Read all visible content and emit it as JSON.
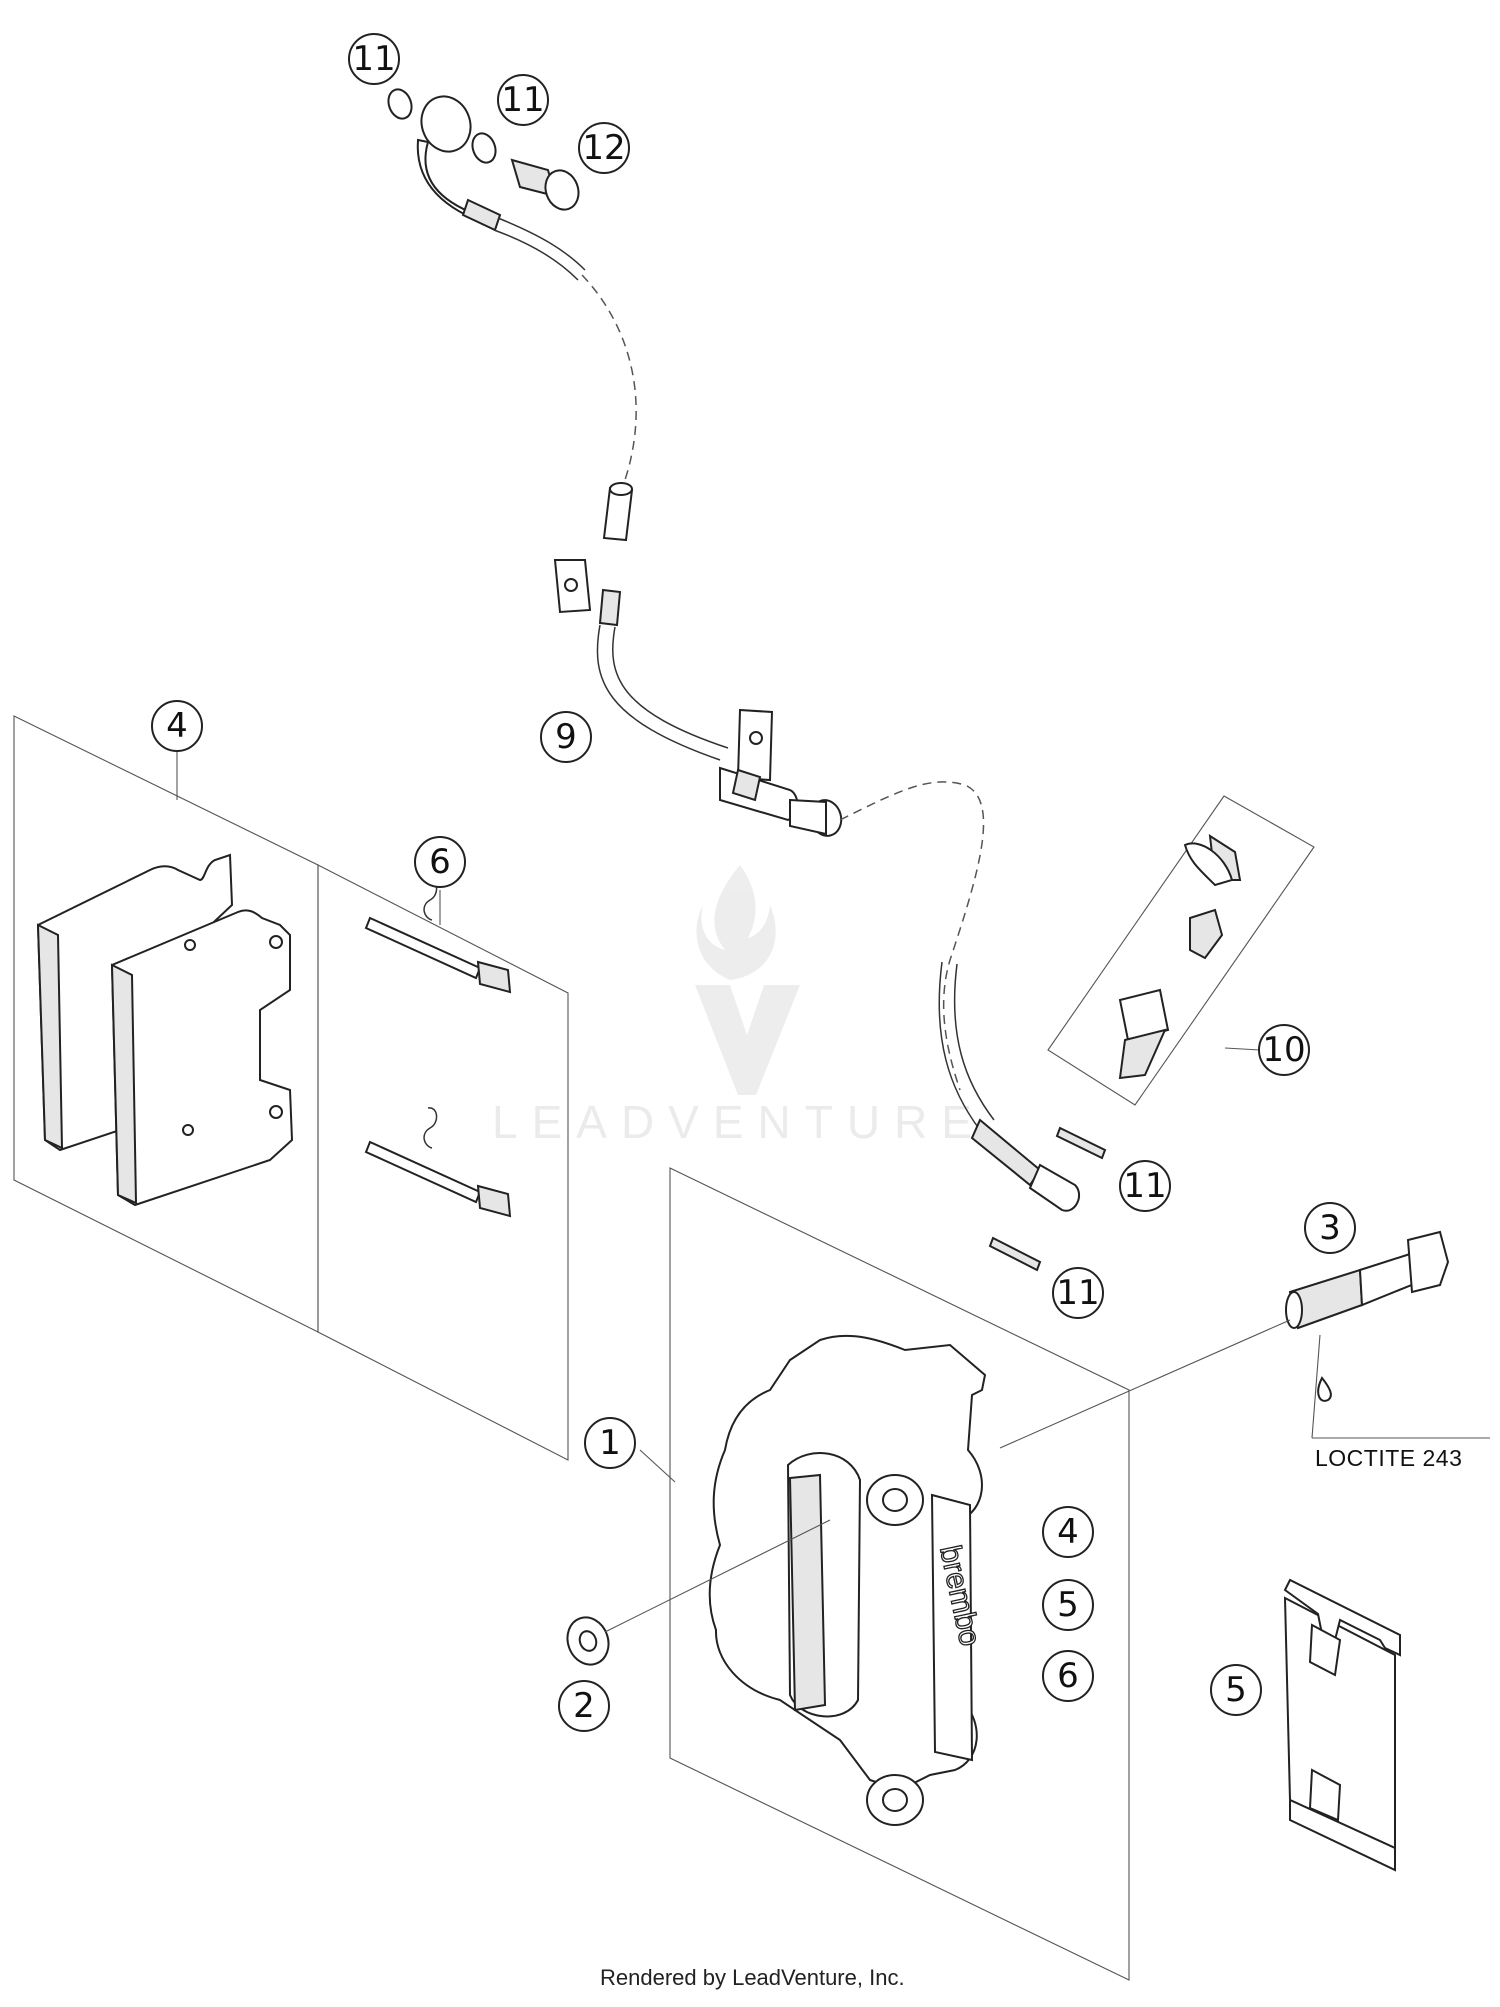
{
  "callouts": [
    {
      "id": "c11a",
      "label": "11"
    },
    {
      "id": "c11b",
      "label": "11"
    },
    {
      "id": "c12",
      "label": "12"
    },
    {
      "id": "c4a",
      "label": "4"
    },
    {
      "id": "c6a",
      "label": "6"
    },
    {
      "id": "c9",
      "label": "9"
    },
    {
      "id": "c10",
      "label": "10"
    },
    {
      "id": "c11c",
      "label": "11"
    },
    {
      "id": "c11d",
      "label": "11"
    },
    {
      "id": "c3",
      "label": "3"
    },
    {
      "id": "c1",
      "label": "1"
    },
    {
      "id": "c2",
      "label": "2"
    },
    {
      "id": "c4b",
      "label": "4"
    },
    {
      "id": "c5a",
      "label": "5"
    },
    {
      "id": "c6b",
      "label": "6"
    },
    {
      "id": "c5b",
      "label": "5"
    }
  ],
  "note": "LOCTITE 243",
  "caliper_brand": "brembo",
  "watermark": "LEADVENTURE",
  "footer": "Rendered by LeadVenture, Inc."
}
